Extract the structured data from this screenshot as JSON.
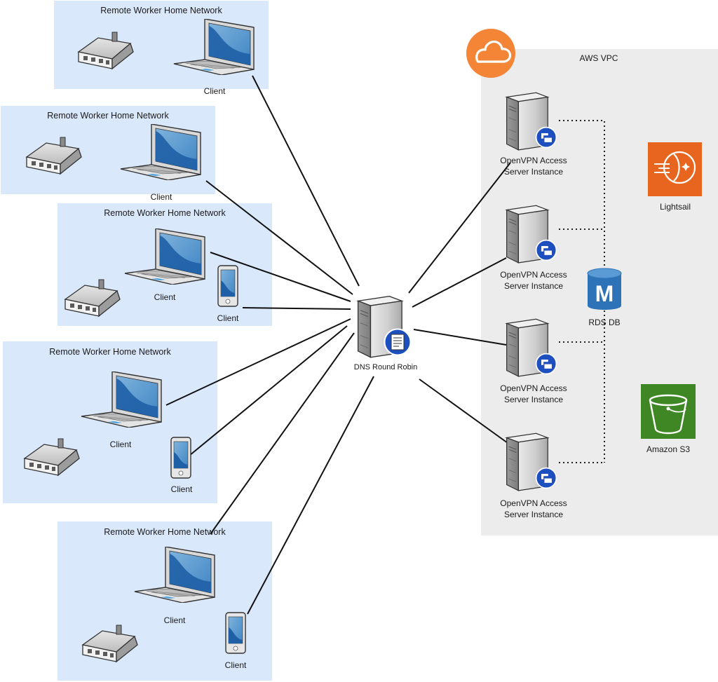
{
  "networks": [
    {
      "title": "Remote Worker Home Network",
      "clients": [
        {
          "kind": "laptop",
          "label": "Client"
        }
      ]
    },
    {
      "title": "Remote Worker Home Network",
      "clients": [
        {
          "kind": "laptop",
          "label": "Client"
        }
      ]
    },
    {
      "title": "Remote Worker Home Network",
      "clients": [
        {
          "kind": "laptop",
          "label": "Client"
        },
        {
          "kind": "phone",
          "label": "Client"
        }
      ]
    },
    {
      "title": "Remote Worker Home Network",
      "clients": [
        {
          "kind": "laptop",
          "label": "Client"
        },
        {
          "kind": "phone",
          "label": "Client"
        }
      ]
    },
    {
      "title": "Remote Worker Home Network",
      "clients": [
        {
          "kind": "laptop",
          "label": "Client"
        },
        {
          "kind": "phone",
          "label": "Client"
        }
      ]
    }
  ],
  "dns": {
    "label": "DNS Round Robin",
    "icon": "dns-server-icon"
  },
  "vpc": {
    "title": "AWS VPC",
    "icon": "cloud-icon",
    "instances": [
      {
        "line1": "OpenVPN Access",
        "line2": "Server Instance"
      },
      {
        "line1": "OpenVPN Access",
        "line2": "Server Instance"
      },
      {
        "line1": "OpenVPN Access",
        "line2": "Server Instance"
      },
      {
        "line1": "OpenVPN Access",
        "line2": "Server Instance"
      }
    ],
    "rds": {
      "label": "RDS DB",
      "glyph": "M"
    },
    "lightsail": {
      "label": "Lightsail"
    },
    "s3": {
      "label": "Amazon S3"
    }
  },
  "colors": {
    "network_bg": "#dae8fc",
    "vpc_bg": "#ececec",
    "cloud_orange": "#f58536",
    "lightsail_orange": "#e7651f",
    "s3_green": "#3f8624",
    "rds_blue": "#2e73b8",
    "badge_blue": "#1e4fbf"
  }
}
